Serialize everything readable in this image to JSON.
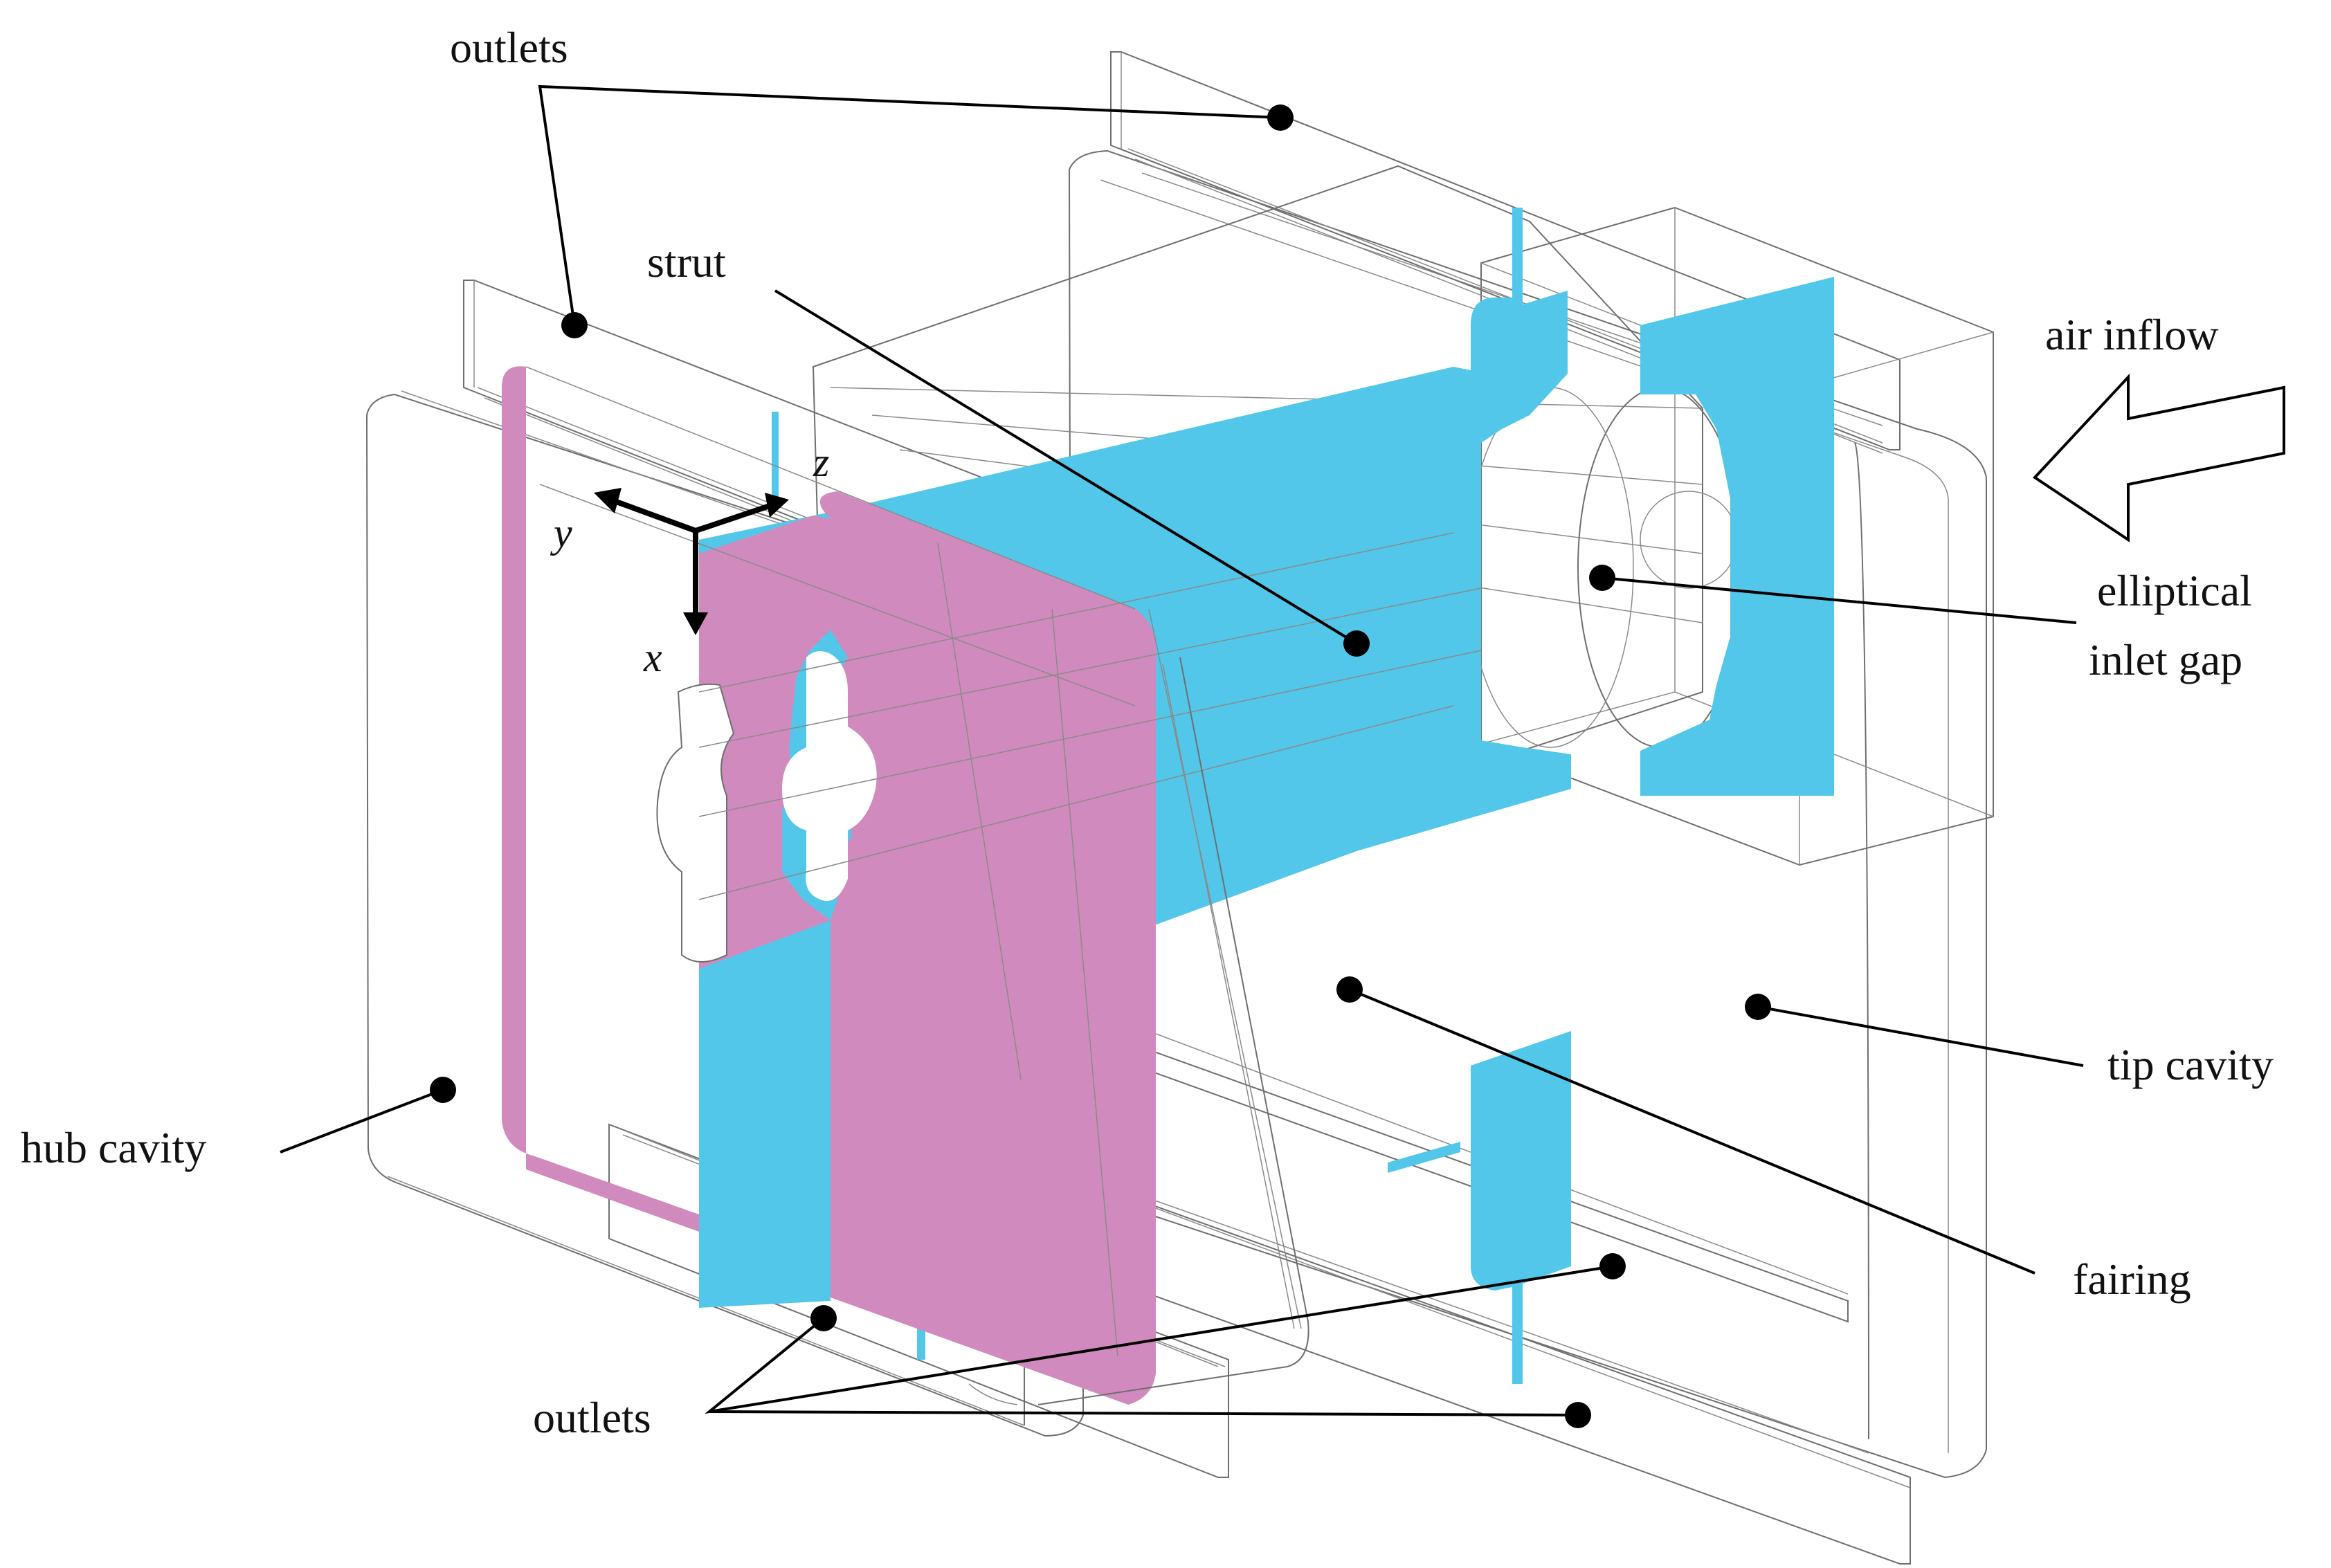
{
  "colors": {
    "strut_plane": "#52C7EA",
    "hub_plane": "#D18ABE",
    "wireframe": "#6E6E6E",
    "annotation": "#000000"
  },
  "labels": {
    "outlets_top": "outlets",
    "strut": "strut",
    "air_inflow": "air inflow",
    "elliptical_inlet_gap_line1": "elliptical",
    "elliptical_inlet_gap_line2": "inlet gap",
    "tip_cavity": "tip cavity",
    "hub_cavity": "hub cavity",
    "fairing": "fairing",
    "outlets_bottom": "outlets"
  },
  "axes": {
    "x": "x",
    "y": "y",
    "z": "z"
  },
  "icons": {
    "inflow_arrow": "hollow-arrow-left-icon"
  }
}
